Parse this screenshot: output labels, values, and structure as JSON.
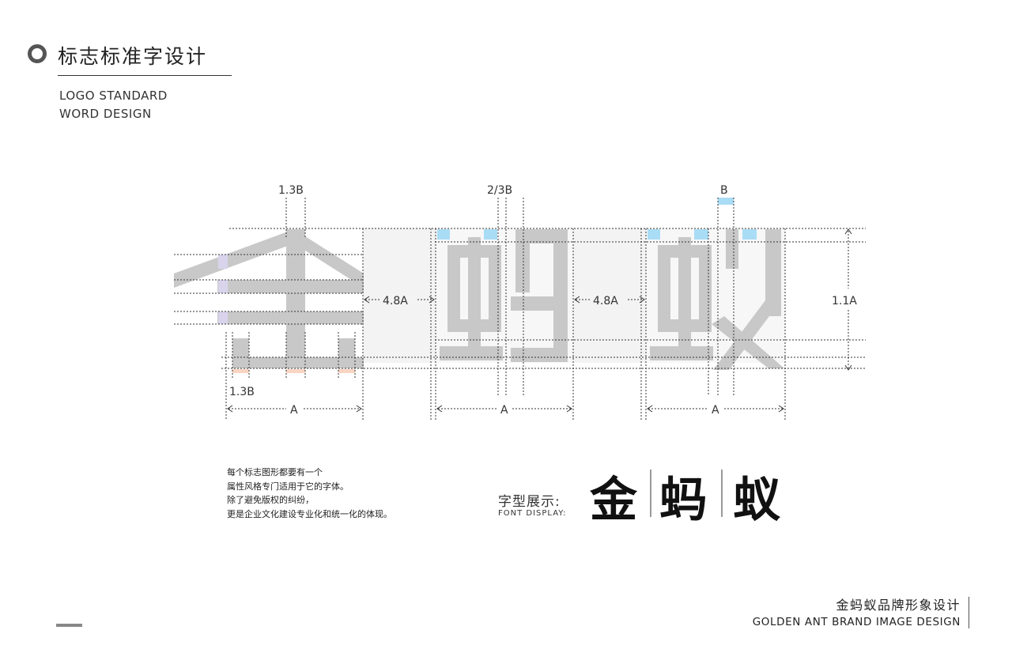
{
  "header": {
    "title_cn": "标志标准字设计",
    "title_en_line1": "LOGO STANDARD",
    "title_en_line2": "WORD DESIGN"
  },
  "diagram": {
    "labels": {
      "top_left": "1.3B",
      "top_mid": "2/3B",
      "top_right": "B",
      "gap_1": "4.8A",
      "gap_2": "4.8A",
      "height": "1.1A",
      "bottom_left": "1.3B",
      "width_1": "A",
      "width_2": "A",
      "width_3": "A"
    },
    "colors": {
      "glyph": "#c8c8c8",
      "guide": "#333333",
      "accent_blue": "#a9dcf5",
      "accent_orange": "#f8d5c2",
      "accent_purple": "#d9d4ec"
    }
  },
  "description": {
    "line1": "每个标志图形都要有一个",
    "line2": "属性风格专门适用于它的字体。",
    "line3": "除了避免版权的纠纷，",
    "line4": "更是企业文化建设专业化和统一化的体现。"
  },
  "font_display": {
    "label_cn": "字型展示:",
    "label_en": "FONT DISPLAY:",
    "char_1": "金",
    "char_2": "蚂",
    "char_3": "蚁"
  },
  "footer": {
    "brand_cn": "金蚂蚁品牌形象设计",
    "brand_en": "GOLDEN ANT BRAND IMAGE DESIGN"
  }
}
